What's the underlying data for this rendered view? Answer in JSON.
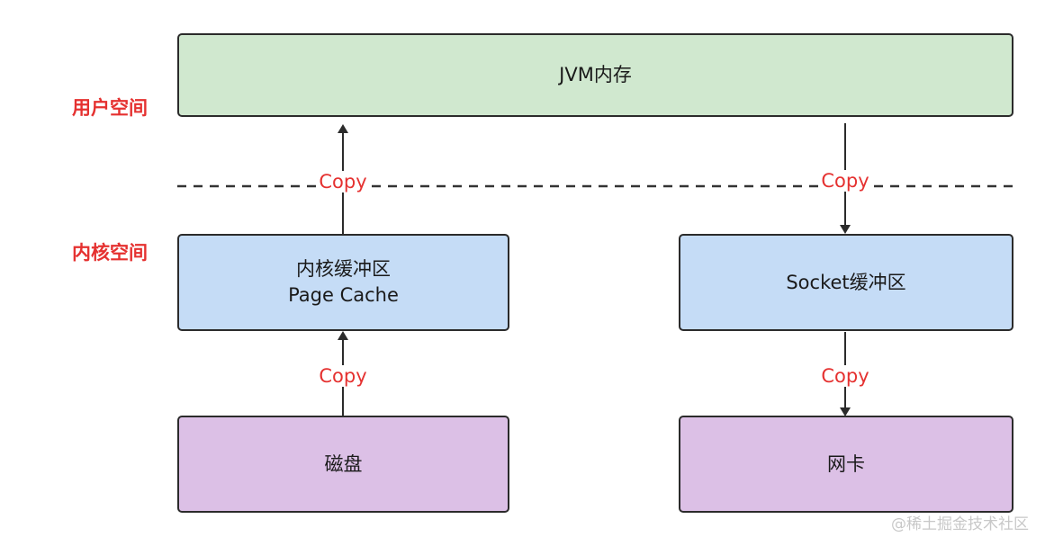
{
  "regions": {
    "user_space": "用户空间",
    "kernel_space": "内核空间"
  },
  "boxes": {
    "jvm_memory": "JVM内存",
    "kernel_buffer_line1": "内核缓冲区",
    "kernel_buffer_line2": "Page Cache",
    "socket_buffer": "Socket缓冲区",
    "disk": "磁盘",
    "nic": "网卡"
  },
  "edges": {
    "disk_to_kernel": "Copy",
    "kernel_to_jvm": "Copy",
    "jvm_to_socket": "Copy",
    "socket_to_nic": "Copy"
  },
  "watermark": "@稀土掘金技术社区",
  "colors": {
    "user_space_box": "#d0e8cf",
    "kernel_box": "#c5dcf6",
    "device_box": "#dcc0e6",
    "label_red": "#e53130"
  }
}
